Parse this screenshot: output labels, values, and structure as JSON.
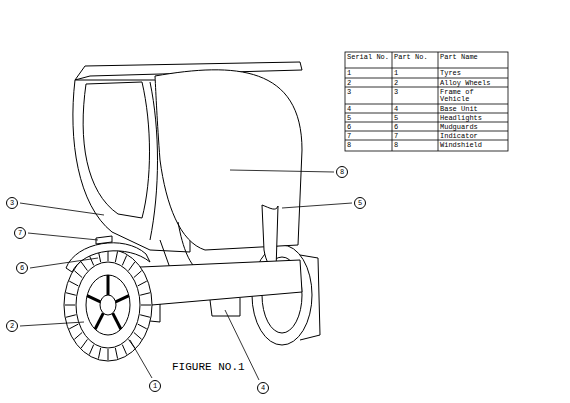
{
  "diagram": {
    "caption": "FIGURE NO.1",
    "labels": [
      "Serial No.",
      "Part No.",
      "Part Name",
      "1",
      "1",
      "Tyres",
      "2",
      "2",
      "Alloy Wheels",
      "3",
      "3",
      "Frame of Vehicle",
      "4",
      "4",
      "Base Unit",
      "5",
      "5",
      "Headlights",
      "6",
      "6",
      "Mudguards",
      "7",
      "7",
      "Indicator",
      "8",
      "8",
      "Windshield",
      "8",
      "5",
      "3",
      "7",
      "6",
      "2",
      "1",
      "4"
    ]
  }
}
